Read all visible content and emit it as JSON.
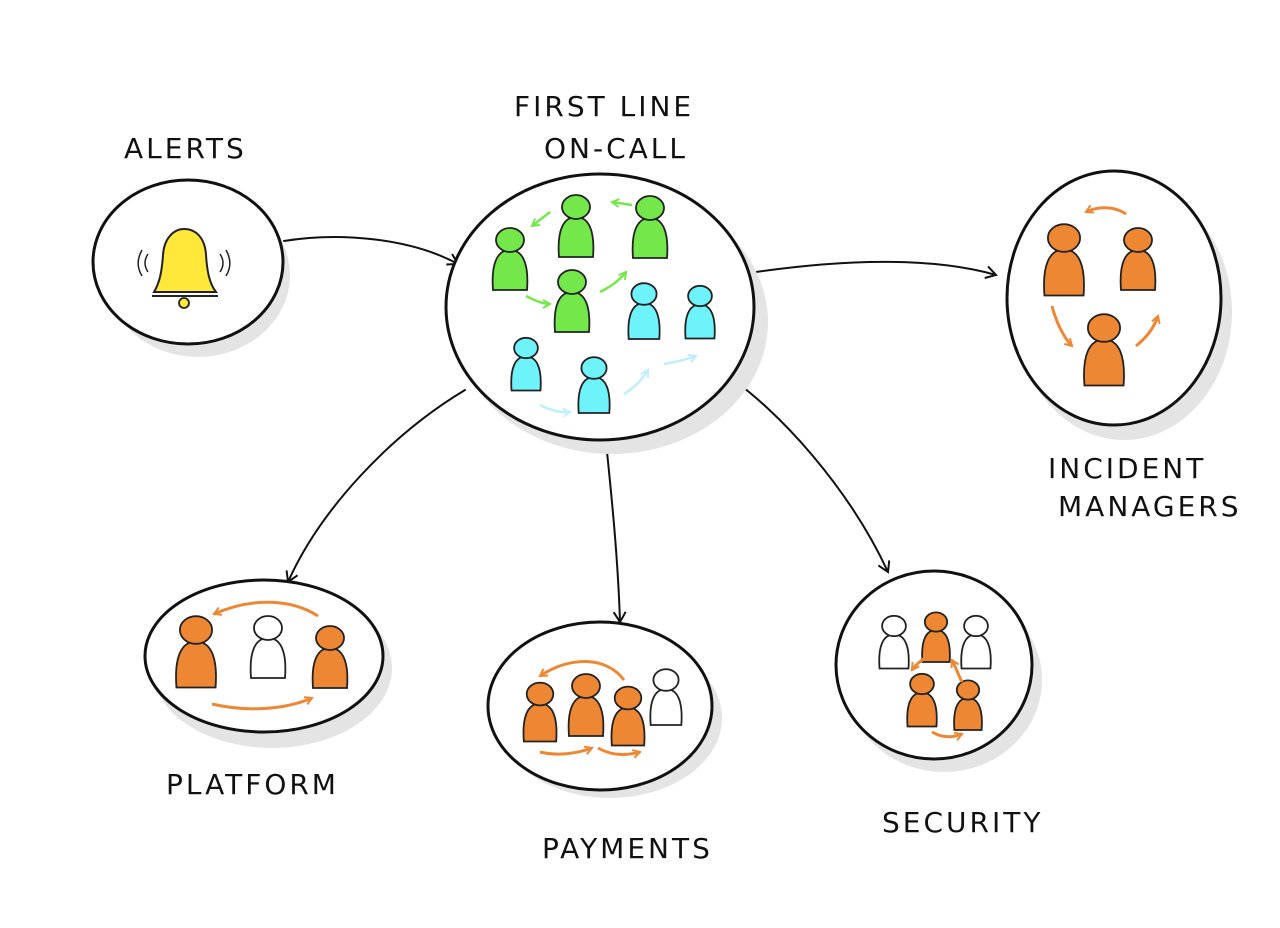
{
  "colors": {
    "bell": "#ffe83a",
    "first_line": "#74e84a",
    "second_line": "#6ff3fa",
    "specialist": "#ee8733",
    "idle": "#ffffff",
    "ink": "#111111"
  },
  "nodes": {
    "alerts": {
      "label": "ALERTS",
      "icon": "bell-icon"
    },
    "first_line": {
      "label_lines": [
        "FIRST LINE",
        "ON-CALL"
      ]
    },
    "incident_managers": {
      "label_lines": [
        "INCIDENT",
        "MANAGERS"
      ]
    },
    "platform": {
      "label": "PLATFORM"
    },
    "payments": {
      "label": "PAYMENTS"
    },
    "security": {
      "label": "SECURITY"
    }
  },
  "edges": [
    {
      "from": "alerts",
      "to": "first_line"
    },
    {
      "from": "first_line",
      "to": "incident_managers"
    },
    {
      "from": "first_line",
      "to": "platform"
    },
    {
      "from": "first_line",
      "to": "payments"
    },
    {
      "from": "first_line",
      "to": "security"
    }
  ]
}
